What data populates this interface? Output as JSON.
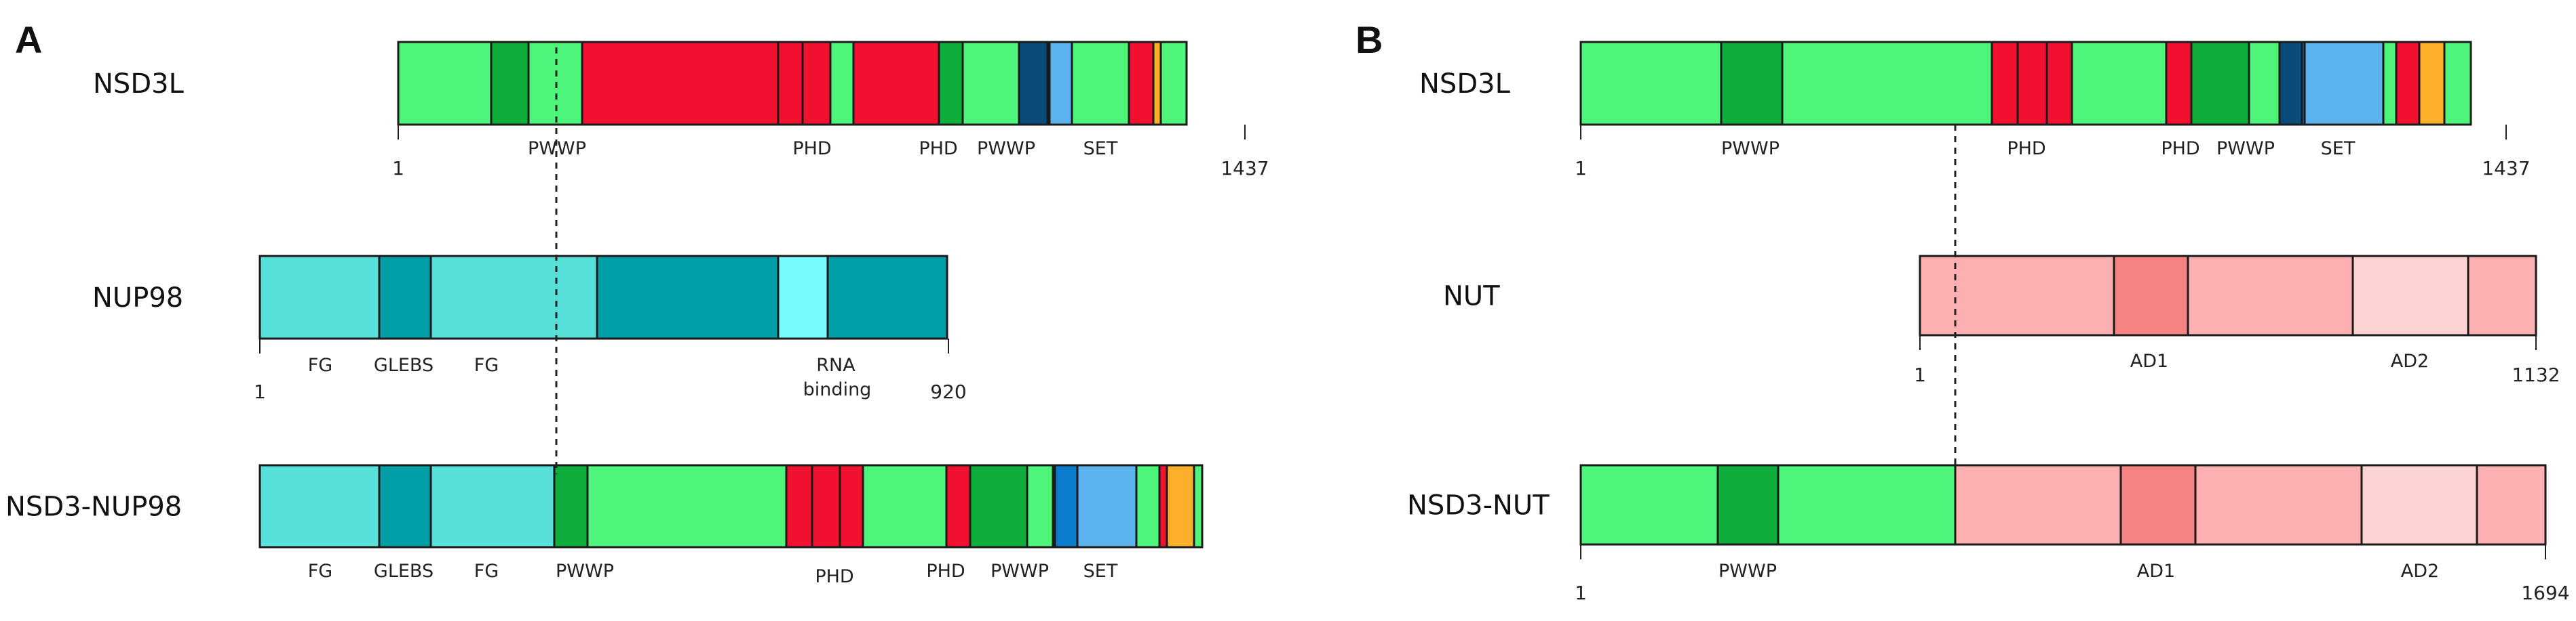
{
  "colors": {
    "nsd_bg": "#4ef57b",
    "pwwp": "#0fae3c",
    "phd": "#f2102f",
    "set": "#0c7dce",
    "navy": "#0b4b7c",
    "skyblue": "#5bb2ee",
    "orange": "#fbaf2b",
    "fg": "#57dfd9",
    "nup_dark": "#009ea6",
    "rna": "#79fbfd",
    "nut_bg": "#fcb0b1",
    "ad1": "#f68383",
    "ad2": "#fdd2d2"
  },
  "panels": [
    {
      "letter": "A",
      "proteins": [
        {
          "id": "nsd3l_a",
          "name": "NSD3L",
          "start": "1",
          "end": "1437",
          "segments": [
            {
              "color": "nsd_bg"
            },
            {
              "color": "pwwp"
            },
            {
              "color": "nsd_bg"
            },
            {
              "color": "phd"
            },
            {
              "color": "phd"
            },
            {
              "color": "phd"
            },
            {
              "color": "nsd_bg"
            },
            {
              "color": "phd"
            },
            {
              "color": "pwwp"
            },
            {
              "color": "nsd_bg"
            },
            {
              "color": "navy"
            },
            {
              "color": "set"
            },
            {
              "color": "skyblue"
            },
            {
              "color": "nsd_bg"
            },
            {
              "color": "phd"
            },
            {
              "color": "orange"
            },
            {
              "color": "nsd_bg"
            }
          ],
          "labels": [
            "PWWP",
            "PHD",
            "PHD",
            "PWWP",
            "SET"
          ]
        },
        {
          "id": "nup98",
          "name": "NUP98",
          "start": "1",
          "end": "920",
          "segments": [
            {
              "color": "fg"
            },
            {
              "color": "nup_dark"
            },
            {
              "color": "fg"
            },
            {
              "color": "nup_dark"
            },
            {
              "color": "rna"
            },
            {
              "color": "nup_dark"
            }
          ],
          "labels": [
            "FG",
            "GLEBS",
            "FG",
            "RNA",
            "binding"
          ]
        },
        {
          "id": "nsd3_nup98",
          "name": "NSD3-NUP98",
          "segments": [
            {
              "color": "fg"
            },
            {
              "color": "nup_dark"
            },
            {
              "color": "fg"
            },
            {
              "color": "pwwp"
            },
            {
              "color": "nsd_bg"
            },
            {
              "color": "phd"
            },
            {
              "color": "phd"
            },
            {
              "color": "phd"
            },
            {
              "color": "nsd_bg"
            },
            {
              "color": "phd"
            },
            {
              "color": "pwwp"
            },
            {
              "color": "nsd_bg"
            },
            {
              "color": "navy"
            },
            {
              "color": "set"
            },
            {
              "color": "skyblue"
            },
            {
              "color": "nsd_bg"
            },
            {
              "color": "phd"
            },
            {
              "color": "orange"
            },
            {
              "color": "nsd_bg"
            }
          ],
          "labels": [
            "FG",
            "GLEBS",
            "FG",
            "PWWP",
            "PHD",
            "PHD",
            "PWWP",
            "SET"
          ]
        }
      ]
    },
    {
      "letter": "B",
      "proteins": [
        {
          "id": "nsd3l_b",
          "name": "NSD3L",
          "start": "1",
          "end": "1437",
          "segments": [
            {
              "color": "nsd_bg"
            },
            {
              "color": "pwwp"
            },
            {
              "color": "nsd_bg"
            },
            {
              "color": "phd"
            },
            {
              "color": "phd"
            },
            {
              "color": "phd"
            },
            {
              "color": "nsd_bg"
            },
            {
              "color": "phd"
            },
            {
              "color": "pwwp"
            },
            {
              "color": "nsd_bg"
            },
            {
              "color": "navy"
            },
            {
              "color": "set"
            },
            {
              "color": "skyblue"
            },
            {
              "color": "nsd_bg"
            },
            {
              "color": "phd"
            },
            {
              "color": "orange"
            },
            {
              "color": "nsd_bg"
            }
          ],
          "labels": [
            "PWWP",
            "PHD",
            "PHD",
            "PWWP",
            "SET"
          ]
        },
        {
          "id": "nut",
          "name": "NUT",
          "start": "1",
          "end": "1132",
          "segments": [
            {
              "color": "nut_bg"
            },
            {
              "color": "ad1"
            },
            {
              "color": "nut_bg"
            },
            {
              "color": "ad2"
            },
            {
              "color": "nut_bg"
            }
          ],
          "labels": [
            "AD1",
            "AD2"
          ]
        },
        {
          "id": "nsd3_nut",
          "name": "NSD3-NUT",
          "start": "1",
          "end": "1694",
          "segments": [
            {
              "color": "nsd_bg"
            },
            {
              "color": "pwwp"
            },
            {
              "color": "nsd_bg"
            },
            {
              "color": "nut_bg"
            },
            {
              "color": "ad1"
            },
            {
              "color": "nut_bg"
            },
            {
              "color": "ad2"
            },
            {
              "color": "nut_bg"
            }
          ],
          "labels": [
            "PWWP",
            "AD1",
            "AD2"
          ]
        }
      ]
    }
  ]
}
